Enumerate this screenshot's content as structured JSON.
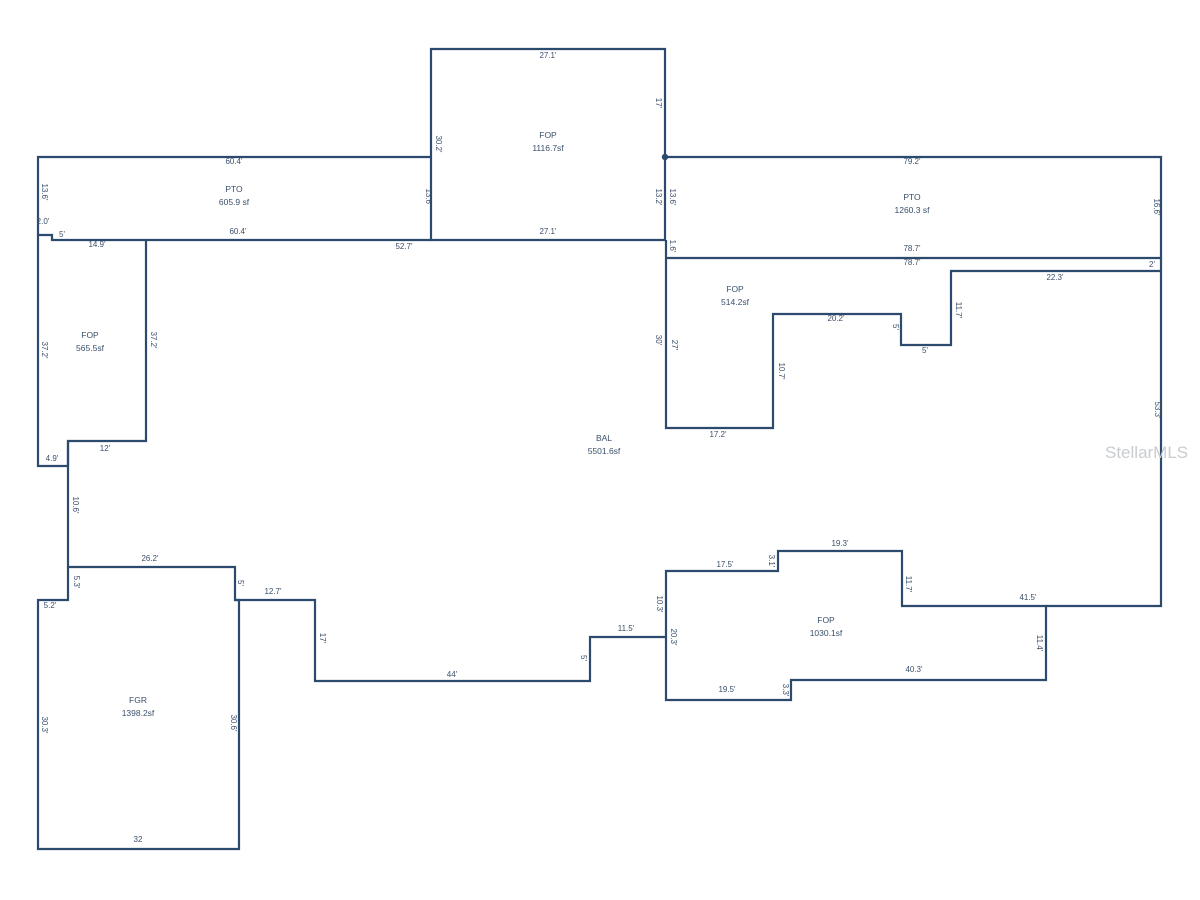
{
  "watermark": "StellarMLS",
  "line_color": "#2c4a6e",
  "areas": [
    {
      "code": "PTO",
      "size": "605.9 sf"
    },
    {
      "code": "FOP",
      "size": "1116.7sf"
    },
    {
      "code": "PTO",
      "size": "1260.3 sf"
    },
    {
      "code": "FOP",
      "size": "514.2sf"
    },
    {
      "code": "FOP",
      "size": "565.5sf"
    },
    {
      "code": "BAL",
      "size": "5501.6sf"
    },
    {
      "code": "FOP",
      "size": "1030.1sf"
    },
    {
      "code": "FGR",
      "size": "1398.2sf"
    }
  ],
  "dims": [
    "27.1'",
    "60.4'",
    "13.6'",
    "13.6'",
    "30.2'",
    "17'",
    "13.2'",
    "13.6'",
    "79.2'",
    "16.6'",
    "2.0'",
    "5'",
    "14.9'",
    "60.4'",
    "52.7'",
    "27.1'",
    "1.6'",
    "78.7'",
    "78.7'",
    "2'",
    "22.3'",
    "37.2'",
    "37.2'",
    "30'",
    "27'",
    "20.2'",
    "5'",
    "5'",
    "11.7'",
    "10.7'",
    "17.2'",
    "12'",
    "4.9'",
    "53.3'",
    "10.6'",
    "26.2'",
    "5.3'",
    "5'",
    "12.7'",
    "5.2'",
    "17'",
    "44'",
    "5'",
    "11.5'",
    "17.5'",
    "3.1'",
    "19.3'",
    "11.7'",
    "41.5'",
    "10.3'",
    "20.3'",
    "11.4'",
    "40.3'",
    "19.5'",
    "3.3'",
    "30.3'",
    "30.6'",
    "32"
  ]
}
